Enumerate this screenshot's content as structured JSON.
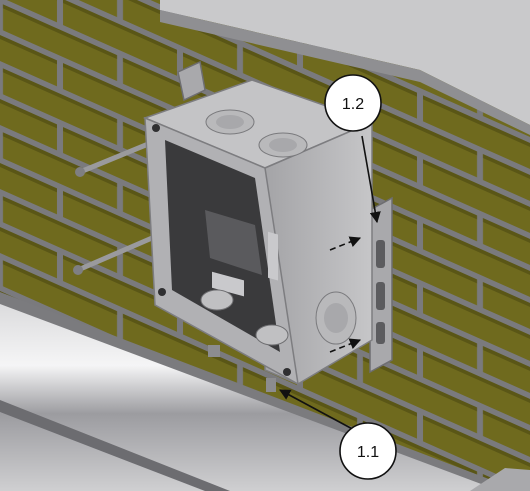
{
  "callouts": [
    {
      "id": "1.1",
      "label": "1.1"
    },
    {
      "id": "1.2",
      "label": "1.2"
    }
  ],
  "colors": {
    "brick": "#6f6a1e",
    "brick_shadow": "#4f4b12",
    "mortar": "#7a7a7d",
    "box": "#b7b7b9",
    "box_dark": "#8e8e91",
    "inside": "#3a3a3c",
    "arrow": "#111111"
  }
}
